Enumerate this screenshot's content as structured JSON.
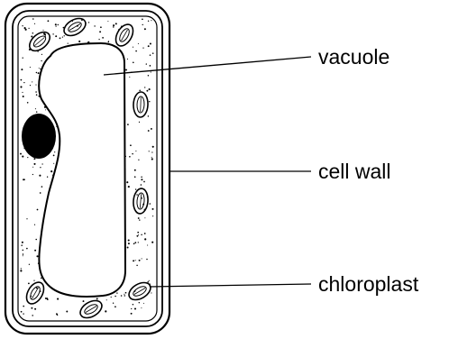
{
  "labels": {
    "vacuole": "vacuole",
    "cell_wall": "cell wall",
    "chloroplast": "chloroplast"
  },
  "colors": {
    "stroke": "#000000",
    "nucleus": "#000000",
    "background": "#ffffff"
  },
  "parts": [
    "cell-wall",
    "cell-membrane",
    "cytoplasm",
    "vacuole",
    "nucleus",
    "chloroplasts"
  ]
}
